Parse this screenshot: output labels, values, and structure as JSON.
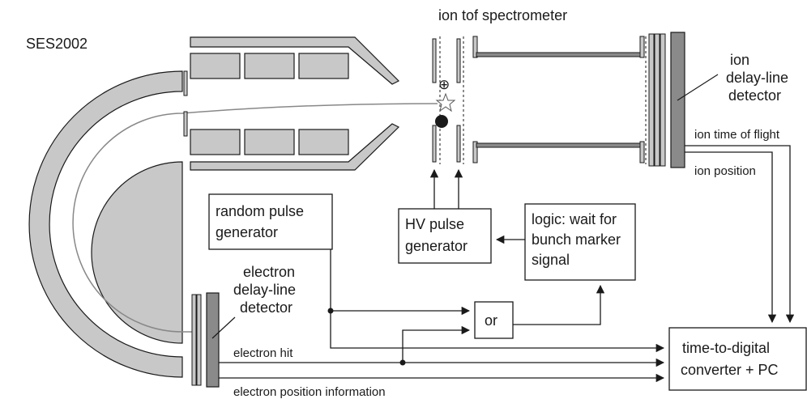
{
  "colors": {
    "line": "#1a1a1a",
    "fill_gray": "#c8c8c8",
    "fill_dark": "#8a8a8a",
    "trajectory": "#888888",
    "background": "#ffffff"
  },
  "labels": {
    "analyzer": "SES2002",
    "spectrometer": "ion tof spectrometer",
    "ion_detector_line1": "ion",
    "ion_detector_line2": "delay-line",
    "ion_detector_line3": "detector",
    "ion_tof": "ion time of flight",
    "ion_position": "ion position",
    "random_pulse_line1": "random pulse",
    "random_pulse_line2": "generator",
    "hv_pulse_line1": "HV pulse",
    "hv_pulse_line2": "generator",
    "logic_line1": "logic: wait for",
    "logic_line2": "bunch marker",
    "logic_line3": "signal",
    "or_gate": "or",
    "electron_detector_line1": "electron",
    "electron_detector_line2": "delay-line",
    "electron_detector_line3": "detector",
    "electron_hit": "electron hit",
    "electron_position": "electron position information",
    "tdc_line1": "time-to-digital",
    "tdc_line2": "converter + PC"
  },
  "symbols": {
    "ion_marker": "⊕",
    "electron_dot": "electron",
    "interaction_star": "☆"
  }
}
